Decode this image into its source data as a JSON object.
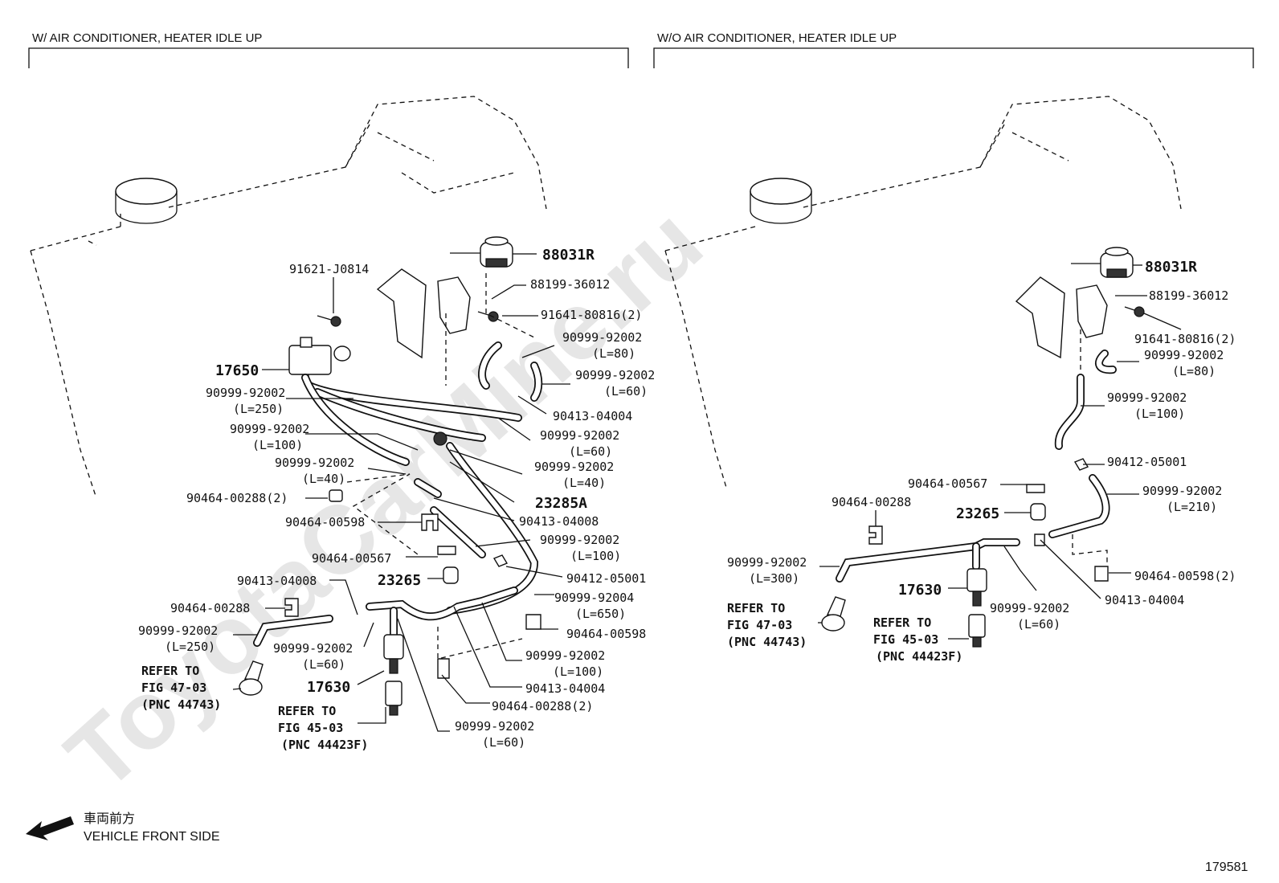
{
  "sections": {
    "left_title": "W/ AIR CONDITIONER, HEATER IDLE UP",
    "right_title": "W/O AIR CONDITIONER, HEATER IDLE UP"
  },
  "watermark": "ToyotaCarMine.ru",
  "left_labels": {
    "p88031r": "88031R",
    "p88199": "88199-36012",
    "p91621": "91621-J0814",
    "p91641": "91641-80816(2)",
    "h80": "90999-92002",
    "h80_len": "(L=80)",
    "p17650": "17650",
    "h60a": "90999-92002",
    "h60a_len": "(L=60)",
    "h250a": "90999-92002",
    "h250a_len": "(L=250)",
    "p90413a": "90413-04004",
    "h100a": "90999-92002",
    "h100a_len": "(L=100)",
    "h60b": "90999-92002",
    "h60b_len": "(L=60)",
    "h40a": "90999-92002",
    "h40a_len": "(L=40)",
    "h40b": "90999-92002",
    "h40b_len": "(L=40)",
    "p90464_288_2": "90464-00288(2)",
    "p23285a": "23285A",
    "p90464_598": "90464-00598",
    "p90413b": "90413-04008",
    "h100b": "90999-92002",
    "h100b_len": "(L=100)",
    "p90464_567": "90464-00567",
    "p23265": "23265",
    "p90412": "90412-05001",
    "p90413c": "90413-04008",
    "h650": "90999-92004",
    "h650_len": "(L=650)",
    "p90464_288": "90464-00288",
    "p90464_598b": "90464-00598",
    "h250b": "90999-92002",
    "h250b_len": "(L=250)",
    "h60c": "90999-92002",
    "h60c_len": "(L=60)",
    "h100c": "90999-92002",
    "h100c_len": "(L=100)",
    "p90413d": "90413-04004",
    "p17630": "17630",
    "p90464_288_2b": "90464-00288(2)",
    "ref47_1": "REFER TO",
    "ref47_2": "FIG 47-03",
    "ref47_3": "(PNC 44743)",
    "ref45_1": "REFER TO",
    "ref45_2": "FIG 45-03",
    "ref45_3": "(PNC 44423F)",
    "h60d": "90999-92002",
    "h60d_len": "(L=60)"
  },
  "right_labels": {
    "p88031r": "88031R",
    "p88199": "88199-36012",
    "p91641": "91641-80816(2)",
    "h80": "90999-92002",
    "h80_len": "(L=80)",
    "h100": "90999-92002",
    "h100_len": "(L=100)",
    "p90412": "90412-05001",
    "p90464_567": "90464-00567",
    "h210": "90999-92002",
    "h210_len": "(L=210)",
    "p90464_288": "90464-00288",
    "p23265": "23265",
    "h300": "90999-92002",
    "h300_len": "(L=300)",
    "p90464_598_2": "90464-00598(2)",
    "p17630": "17630",
    "p90413": "90413-04004",
    "h60": "90999-92002",
    "h60_len": "(L=60)",
    "ref47_1": "REFER TO",
    "ref47_2": "FIG 47-03",
    "ref47_3": "(PNC 44743)",
    "ref45_1": "REFER TO",
    "ref45_2": "FIG 45-03",
    "ref45_3": "(PNC 44423F)"
  },
  "footer": {
    "jp_direction": "車両前方",
    "direction": "VEHICLE FRONT SIDE",
    "figure_number": "179581"
  }
}
